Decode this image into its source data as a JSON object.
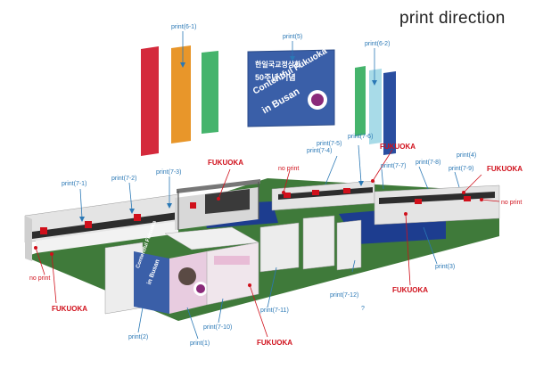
{
  "title": "print direction",
  "colors": {
    "label_blue": "#2a78b5",
    "label_red": "#d0101b",
    "floor_green": "#3f7a3a",
    "floor_blue": "#1d3d8f",
    "banner_blue": "#3a5fa8"
  },
  "banner": {
    "line1": "한일국교정상화",
    "line2": "50주년 기념",
    "line3": "Contentful Fukuoka",
    "line4": "in Busan"
  },
  "booth_sign": {
    "line1": "Contentful Fukuoka",
    "line2": "in Busan"
  },
  "labels": {
    "print_6_1": "print(6-1)",
    "print_5": "print(5)",
    "print_6_2": "print(6-2)",
    "print_7_6": "print(7-6)",
    "print_7_5": "print(7-5)",
    "print_7_4": "print(7-4)",
    "print_4": "print(4)",
    "print_7_7": "print(7-7)",
    "print_7_8": "print(7-8)",
    "print_7_9": "print(7-9)",
    "print_7_1": "print(7-1)",
    "print_7_2": "print(7-2)",
    "print_7_3": "print(7-3)",
    "print_3": "print(3)",
    "print_7_12": "print(7-12)",
    "print_7_11": "print(7-11)",
    "print_7_10": "print(7-10)",
    "print_1": "print(1)",
    "print_2": "print(2)",
    "no_print_left": "no print",
    "no_print_mid": "no print",
    "no_print_right": "no print",
    "fukuoka_top": "FUKUOKA",
    "fukuoka_mid": "FUKUOKA",
    "fukuoka_right": "FUKUOKA",
    "fukuoka_left": "FUKUOKA",
    "fukuoka_bottom": "FUKUOKA",
    "fukuoka_center": "FUKUOKA",
    "question_mark": "?"
  }
}
